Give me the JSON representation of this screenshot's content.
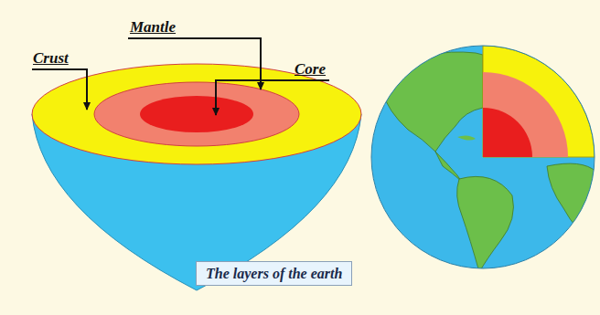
{
  "diagram": {
    "caption": "The layers of the earth",
    "labels": [
      "Mantle",
      "Crust",
      "Core"
    ]
  }
}
